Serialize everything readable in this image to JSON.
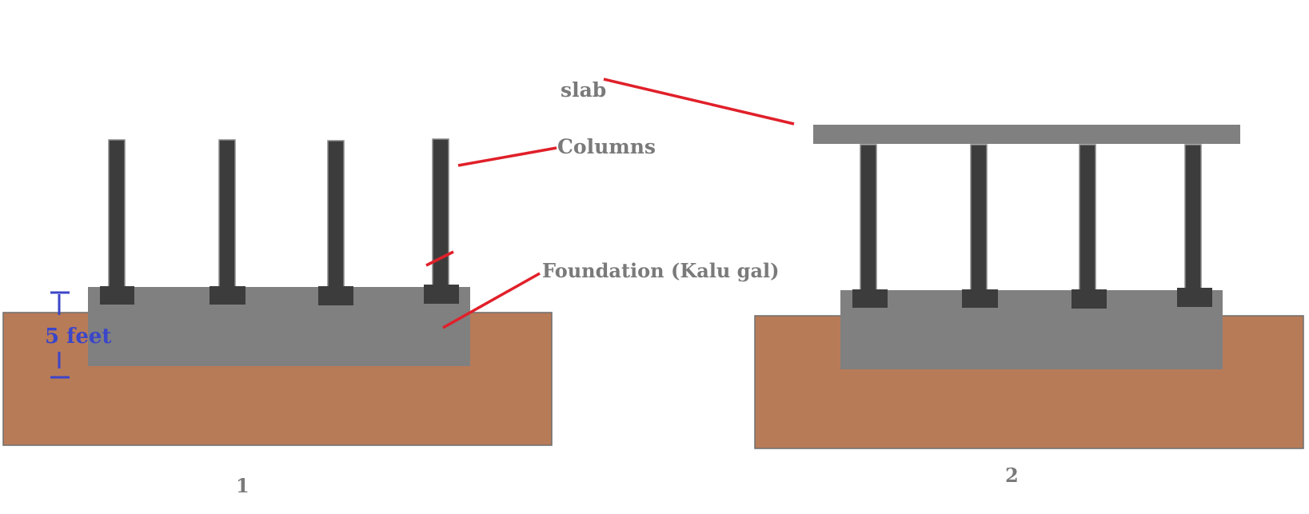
{
  "labels": {
    "slab": "slab",
    "columns": "Columns",
    "foundation": "Foundation (Kalu gal)",
    "depth": "5 feet",
    "figure_1": "1",
    "figure_2": "2"
  },
  "colors": {
    "soil": "#b87b58",
    "concrete": "#808080",
    "column": "#3c3c3c",
    "leader_line": "#e0202a",
    "dimension": "#3b46c8",
    "label_text": "#7a7a7a"
  }
}
